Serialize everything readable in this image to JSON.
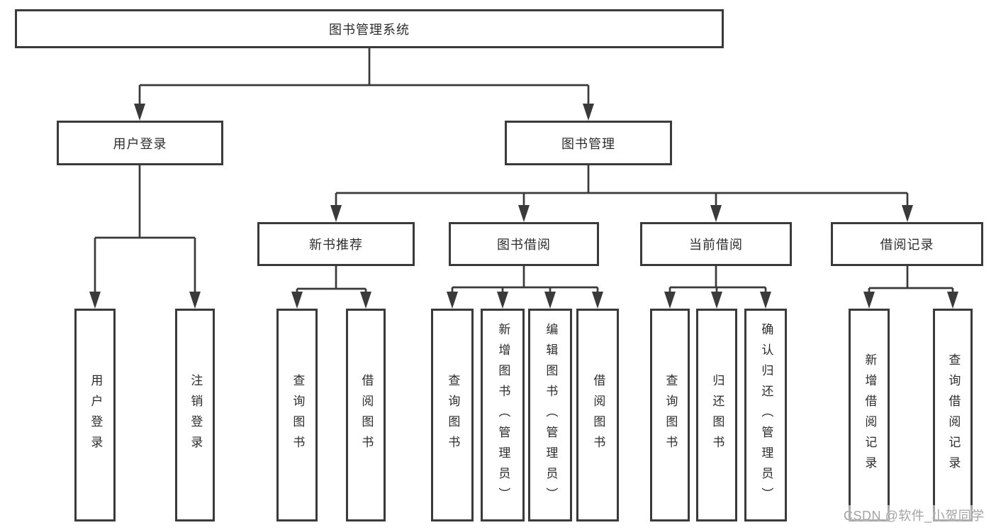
{
  "watermark": {
    "text": "CSDN @软件_小贺同学"
  },
  "colors": {
    "line": "#3a3a3a",
    "text": "#2d2d2d",
    "background": "#ffffff",
    "watermark": "#a3a3a3"
  },
  "tree": {
    "label": "图书管理系统",
    "children": [
      {
        "label": "用户登录",
        "children": [
          {
            "label": "用户登录"
          },
          {
            "label": "注销登录"
          }
        ]
      },
      {
        "label": "图书管理",
        "children": [
          {
            "label": "新书推荐",
            "children": [
              {
                "label": "查询图书"
              },
              {
                "label": "借阅图书"
              }
            ]
          },
          {
            "label": "图书借阅",
            "children": [
              {
                "label": "查询图书"
              },
              {
                "label": "新增图书（管理员）"
              },
              {
                "label": "编辑图书（管理员）"
              },
              {
                "label": "借阅图书"
              }
            ]
          },
          {
            "label": "当前借阅",
            "children": [
              {
                "label": "查询图书"
              },
              {
                "label": "归还图书"
              },
              {
                "label": "确认归还（管理员）"
              }
            ]
          },
          {
            "label": "借阅记录",
            "children": [
              {
                "label": "新增借阅记录"
              },
              {
                "label": "查询借阅记录"
              }
            ]
          }
        ]
      }
    ]
  }
}
